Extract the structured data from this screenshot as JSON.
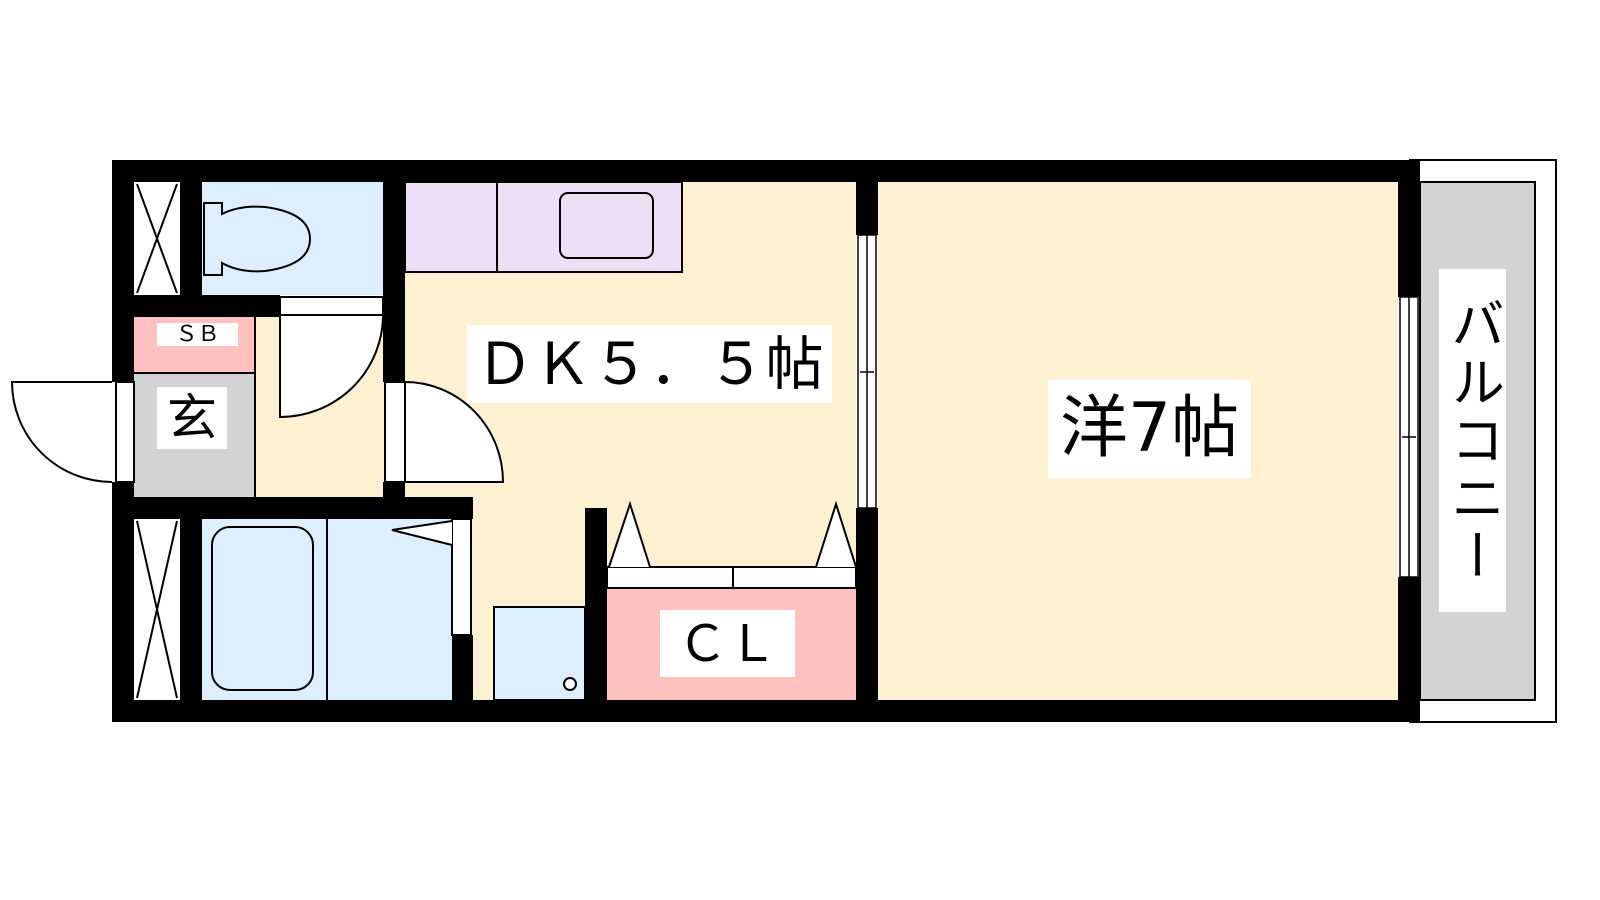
{
  "floorplan": {
    "rooms": {
      "dk": "ＤＫ５．５帖",
      "western": "洋7帖",
      "closet": "ＣＬ",
      "shoe_box": "ＳＢ",
      "entrance": "玄",
      "balcony": "バルコニー"
    },
    "colors": {
      "floor": "#FEF1D1",
      "water": "#DDEEFF",
      "kitchen": "#EDDFF5",
      "storage": "#FFC0C0",
      "entrance": "#D3D3D3",
      "balcony": "#D3D3D3",
      "wall": "#000000"
    }
  }
}
